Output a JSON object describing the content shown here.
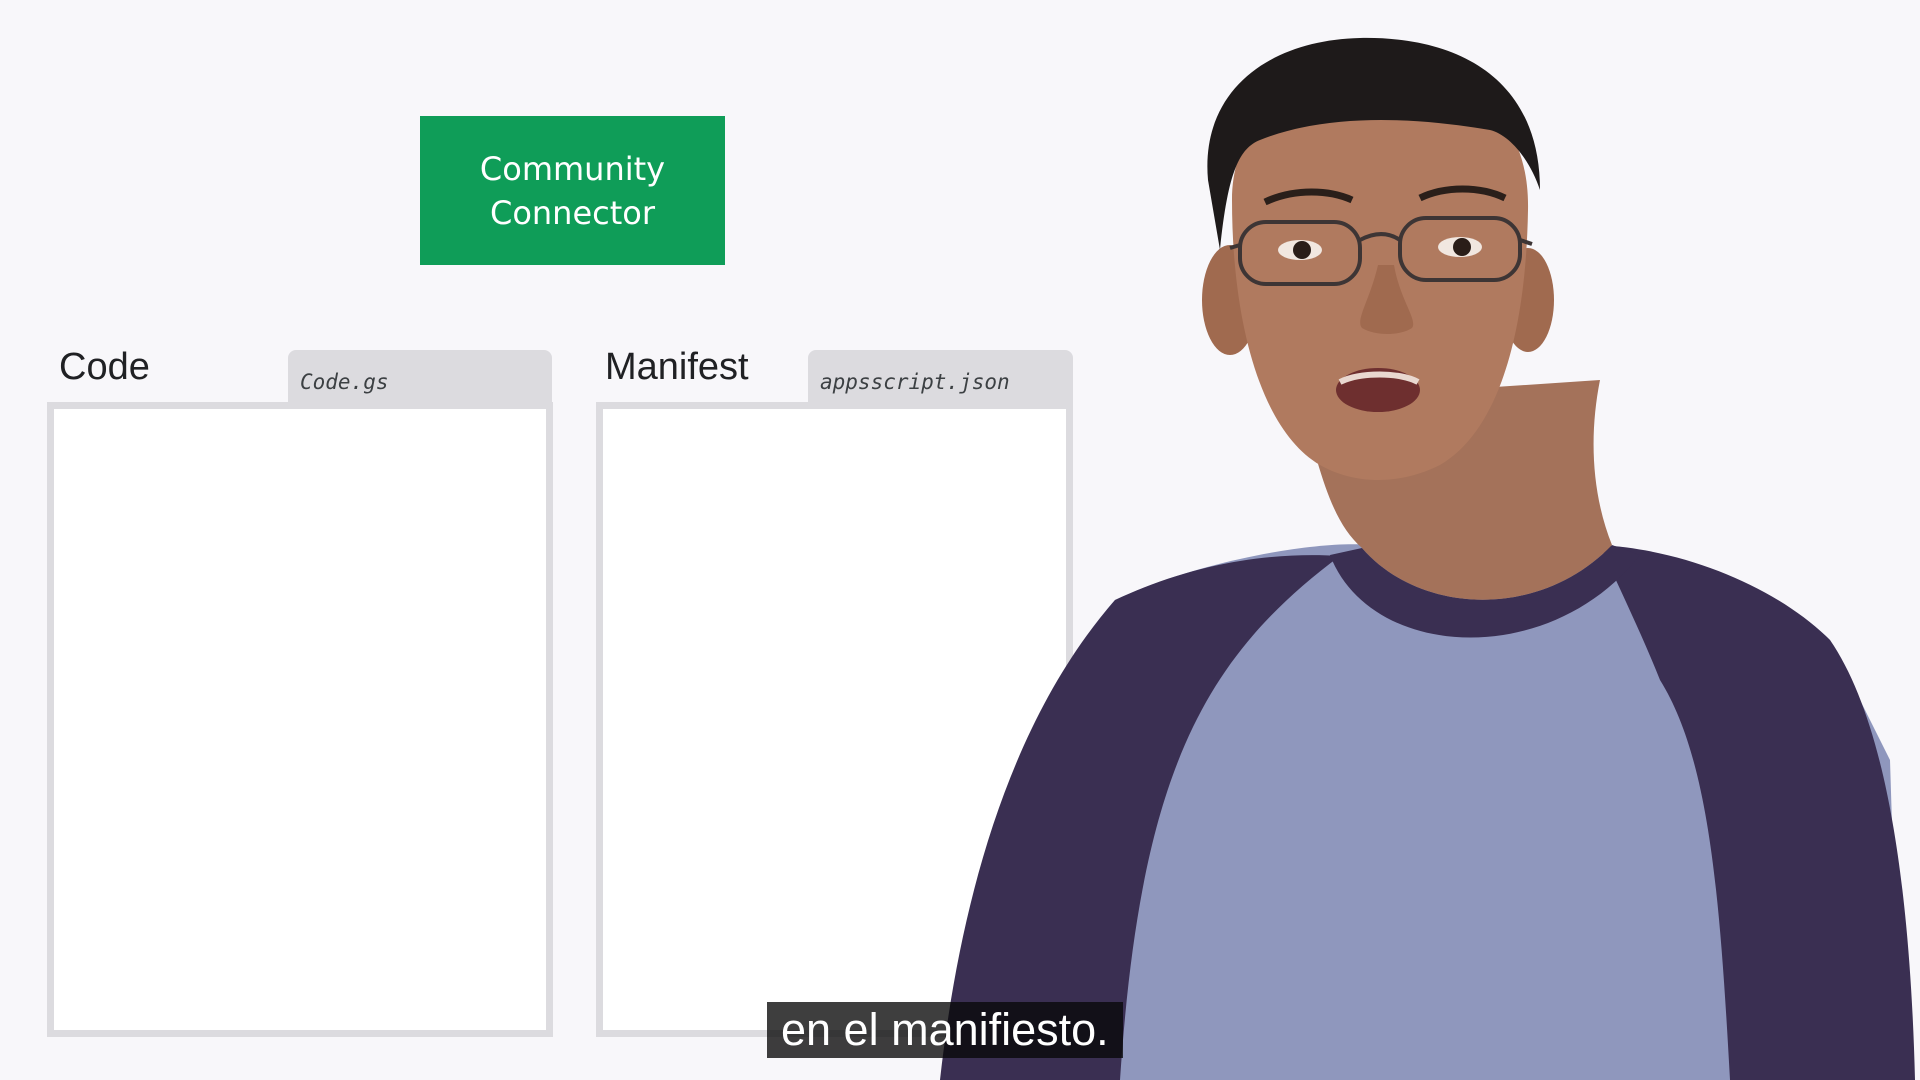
{
  "diagram": {
    "connector_line1": "Community",
    "connector_line2": "Connector",
    "code_panel": {
      "title": "Code",
      "file": "Code.gs"
    },
    "manifest_panel": {
      "title": "Manifest",
      "file": "appsscript.json"
    }
  },
  "subtitle": "en el manifiesto.",
  "colors": {
    "connector_green": "#0f9d58",
    "background": "#f8f7fa",
    "panel_border": "#dcdbdf",
    "shirt_body": "#8f97bd",
    "shirt_sleeves": "#3a2f52"
  }
}
